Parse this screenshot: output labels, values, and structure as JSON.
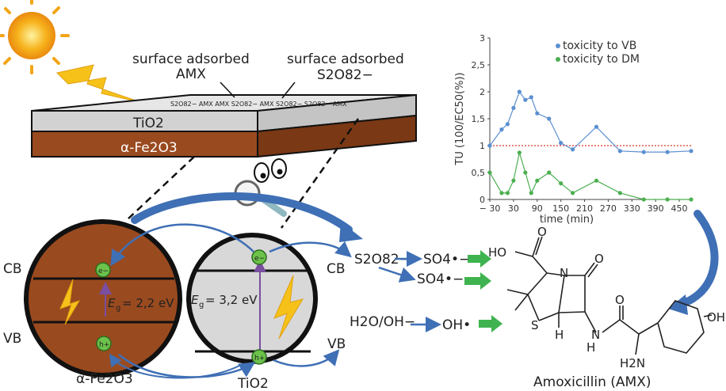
{
  "surface": {
    "amx_label_line1": "surface adsorbed",
    "amx_label_line2": "AMX",
    "s2o8_label_line1": "surface adsorbed",
    "s2o8_label_line2": "S2O82−",
    "slab_strip_text": "S2O82− AMX AMX S2O82− AMX S2O82− S2O82− AMX",
    "tio2_layer": "TiO2",
    "fe2o3_layer": "α-Fe2O3"
  },
  "particles": {
    "left_name": "α-Fe2O3",
    "right_name": "TiO2",
    "cb": "CB",
    "vb": "VB",
    "electron": "e−",
    "hole": "h+",
    "eg_left": "= 2,2 eV",
    "eg_right": "= 3,2 eV",
    "eg_symbol": "E",
    "eg_sub": "g",
    "cb_right": "CB",
    "vb_right": "VB"
  },
  "reactions": {
    "persulfate": "S2O82−",
    "sulfate_radical_1": "SO4•−",
    "sulfate_radical_2": "SO4•−",
    "water": "H2O/OH−",
    "hydroxyl": "OH•"
  },
  "molecule": {
    "name": "Amoxicillin (AMX)",
    "ho": "HO",
    "o1": "O",
    "o2": "O",
    "o3": "O",
    "n": "N",
    "s": "S",
    "h": "H",
    "nh": "N",
    "nh_h": "H",
    "nh2": "H2N",
    "oh": "OH"
  },
  "chart_data": {
    "type": "line",
    "xlabel": "time (min)",
    "ylabel": "TU (100/EC50(%))",
    "xlim": [
      -30,
      480
    ],
    "ylim": [
      0,
      3
    ],
    "xticks": [
      -30,
      30,
      90,
      150,
      210,
      270,
      330,
      390,
      450
    ],
    "yticks": [
      0,
      0.5,
      1,
      1.5,
      2,
      2.5,
      3
    ],
    "ytick_labels": [
      "0",
      "0,5",
      "1",
      "1,5",
      "2",
      "2,5",
      "3"
    ],
    "reference_line": 1,
    "reference_color": "#e05a4a",
    "legend_position": "top-right",
    "series": [
      {
        "name": "toxicity to VB",
        "color": "#5b8fd0",
        "x": [
          -30,
          0,
          15,
          30,
          45,
          60,
          75,
          90,
          120,
          150,
          180,
          240,
          300,
          360,
          420,
          480
        ],
        "y": [
          1.0,
          1.3,
          1.4,
          1.7,
          2.0,
          1.85,
          1.9,
          1.6,
          1.5,
          1.05,
          0.93,
          1.35,
          0.9,
          0.88,
          0.88,
          0.9
        ]
      },
      {
        "name": "toxicity to DM",
        "color": "#4caf50",
        "x": [
          -30,
          0,
          15,
          30,
          45,
          60,
          75,
          90,
          120,
          150,
          180,
          240,
          300,
          360,
          420,
          480
        ],
        "y": [
          0.5,
          0.12,
          0.12,
          0.35,
          0.87,
          0.5,
          0.12,
          0.35,
          0.5,
          0.3,
          0.12,
          0.35,
          0.12,
          0.0,
          0.0,
          0.0
        ]
      }
    ]
  }
}
